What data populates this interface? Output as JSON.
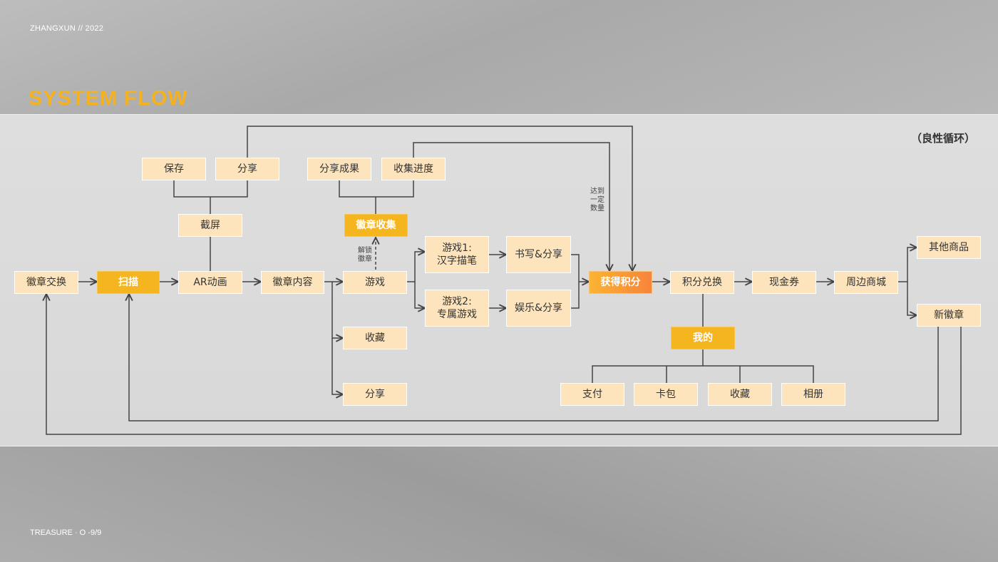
{
  "header": {
    "brand": "ZHANGXUN // 2022",
    "title": "SYSTEM FLOW"
  },
  "footer": {
    "page": "TREASURE · O -9/9"
  },
  "diagram": {
    "loop_label": "（良性循环）",
    "note_unlock": "解锁\n徽章",
    "note_reach": "达到\n一定\n数量",
    "nodes": {
      "exchange": "徽章交换",
      "scan": "扫描",
      "ar": "AR动画",
      "content": "徽章内容",
      "game": "游戏",
      "fav1": "收藏",
      "share1": "分享",
      "screenshot": "截屏",
      "save": "保存",
      "share2": "分享",
      "collect": "徽章收集",
      "share_result": "分享成果",
      "progress": "收集进度",
      "game1": "游戏1:\n汉字描笔",
      "game2": "游戏2:\n专属游戏",
      "write_share": "书写&分享",
      "fun_share": "娱乐&分享",
      "points": "获得积分",
      "redeem": "积分兑换",
      "voucher": "现金券",
      "mall": "周边商城",
      "other_goods": "其他商品",
      "new_badge": "新徽章",
      "mine": "我的",
      "pay": "支付",
      "wallet": "卡包",
      "fav2": "收藏",
      "album": "相册"
    }
  }
}
